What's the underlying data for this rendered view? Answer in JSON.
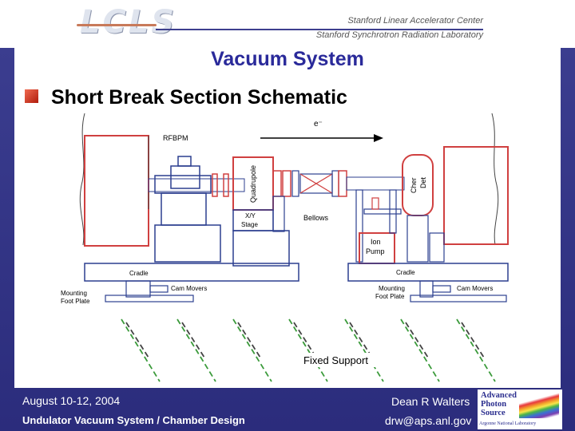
{
  "header": {
    "logo": "LCLS",
    "lab_line1": "Stanford Linear Accelerator Center",
    "lab_line2": "Stanford Synchrotron Radiation Laboratory"
  },
  "slide": {
    "title": "Vacuum System",
    "subtitle": "Short Break Section Schematic"
  },
  "schematic": {
    "beam_label": "e⁻",
    "rfbpm": "RFBPM",
    "quadrupole": "Quadrupole",
    "xy_stage": "X/Y",
    "xy_stage_2": "Stage",
    "bellows": "Bellows",
    "cher_det_1": "Cher",
    "cher_det_2": "Det",
    "ion_pump_1": "Ion",
    "ion_pump_2": "Pump",
    "cradle_left": "Cradle",
    "cradle_right": "Cradle",
    "cam_movers_left": "Cam Movers",
    "cam_movers_right": "Cam Movers",
    "mounting_left_1": "Mounting",
    "mounting_left_2": "Foot Plate",
    "mounting_right_1": "Mounting",
    "mounting_right_2": "Foot Plate",
    "fixed_support": "Fixed Support"
  },
  "footer": {
    "date": "August 10-12, 2004",
    "course": "Undulator Vacuum System / Chamber Design",
    "author": "Dean R Walters",
    "email": "drw@aps.anl.gov",
    "aps_line1": "Advanced",
    "aps_line2": "Photon",
    "aps_line3": "Source",
    "aps_sub": "Argonne National Laboratory"
  }
}
